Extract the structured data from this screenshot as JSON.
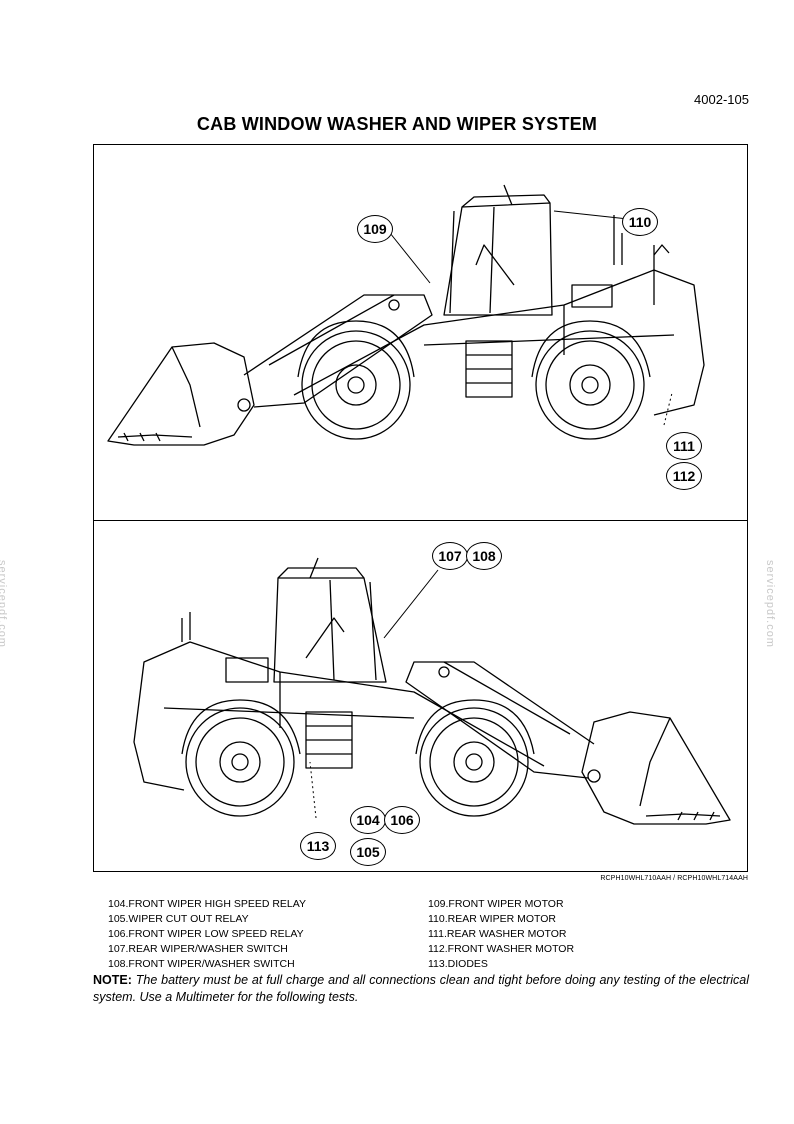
{
  "page_number": "4002-105",
  "title": "CAB WINDOW WASHER AND WIPER SYSTEM",
  "figure_ref": "RCPH10WHL710AAH / RCPH10WHL714AAH",
  "callouts": {
    "c109": "109",
    "c110": "110",
    "c111": "111",
    "c112": "112",
    "c107": "107",
    "c108": "108",
    "c104": "104",
    "c106": "106",
    "c113": "113",
    "c105": "105"
  },
  "legend": {
    "left": [
      "104.FRONT WIPER HIGH SPEED RELAY",
      "105.WIPER CUT OUT RELAY",
      "106.FRONT WIPER LOW SPEED RELAY",
      "107.REAR WIPER/WASHER SWITCH",
      "108.FRONT WIPER/WASHER SWITCH"
    ],
    "right": [
      "109.FRONT WIPER MOTOR",
      "110.REAR WIPER MOTOR",
      "111.REAR WASHER MOTOR",
      "112.FRONT WASHER MOTOR",
      "113.DIODES"
    ]
  },
  "note": {
    "label": "NOTE:",
    "text": "The battery must be at full charge and all connections clean and tight before doing any testing of the electrical system. Use a Multimeter for the following tests."
  },
  "watermark": "servicepdf.com"
}
